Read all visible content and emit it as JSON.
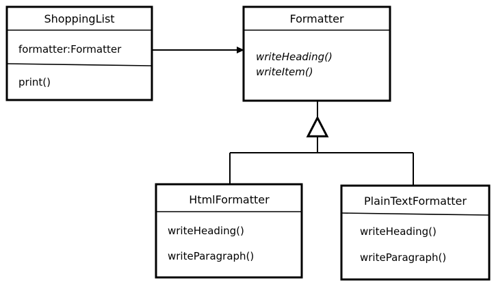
{
  "classes": {
    "shopping_list": {
      "name": "ShoppingList",
      "attributes": [
        "formatter:Formatter"
      ],
      "methods": [
        "print()"
      ]
    },
    "formatter": {
      "name": "Formatter",
      "methods": [
        "writeHeading()",
        "writeItem()"
      ]
    },
    "html_formatter": {
      "name": "HtmlFormatter",
      "methods": [
        "writeHeading()",
        "writeParagraph()"
      ]
    },
    "plain_text_formatter": {
      "name": "PlainTextFormatter",
      "methods": [
        "writeHeading()",
        "writeParagraph()"
      ]
    }
  },
  "relations": [
    {
      "type": "association",
      "from": "shopping_list",
      "to": "formatter"
    },
    {
      "type": "generalization",
      "from": "html_formatter",
      "to": "formatter"
    },
    {
      "type": "generalization",
      "from": "plain_text_formatter",
      "to": "formatter"
    }
  ],
  "colors": {
    "line": "#000000",
    "background": "#ffffff"
  }
}
